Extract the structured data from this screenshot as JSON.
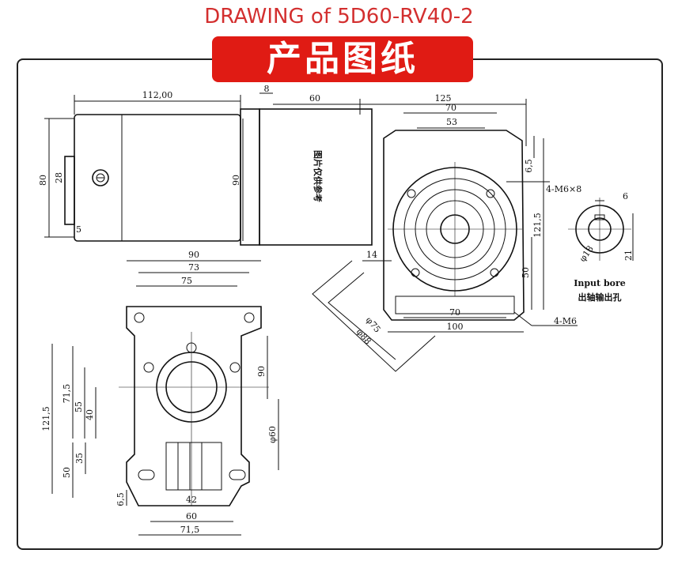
{
  "title": "DRAWING of 5D60-RV40-2",
  "banner": "产品图纸",
  "motor_label": "图片仅供参考",
  "dims": {
    "d112": "112,00",
    "d8": "8",
    "d60a": "60",
    "d125": "125",
    "d70a": "70",
    "d53": "53",
    "d80": "80",
    "d28": "28",
    "d90a": "90",
    "d5": "5",
    "d65a": "6,5",
    "d1215a": "121,5",
    "d14": "14",
    "d50a": "50",
    "d70b": "70",
    "d100": "100",
    "d4m6x8": "4-M6×8",
    "d4m6": "4-M6",
    "d75": "φ75",
    "d88": "φ88",
    "d90b": "90",
    "d73": "73",
    "d75b": "75",
    "d715a": "71,5",
    "d55": "55",
    "d40": "40",
    "d1215b": "121,5",
    "d35": "35",
    "d50b": "50",
    "d65b": "6,5",
    "d42": "42",
    "d60b": "60",
    "d715b": "71,5",
    "d90c": "90",
    "d60c": "φ60",
    "d6": "6",
    "d18": "φ18",
    "d21": "21"
  },
  "bore": {
    "en": "Input bore",
    "cn": "出轴输出孔"
  }
}
